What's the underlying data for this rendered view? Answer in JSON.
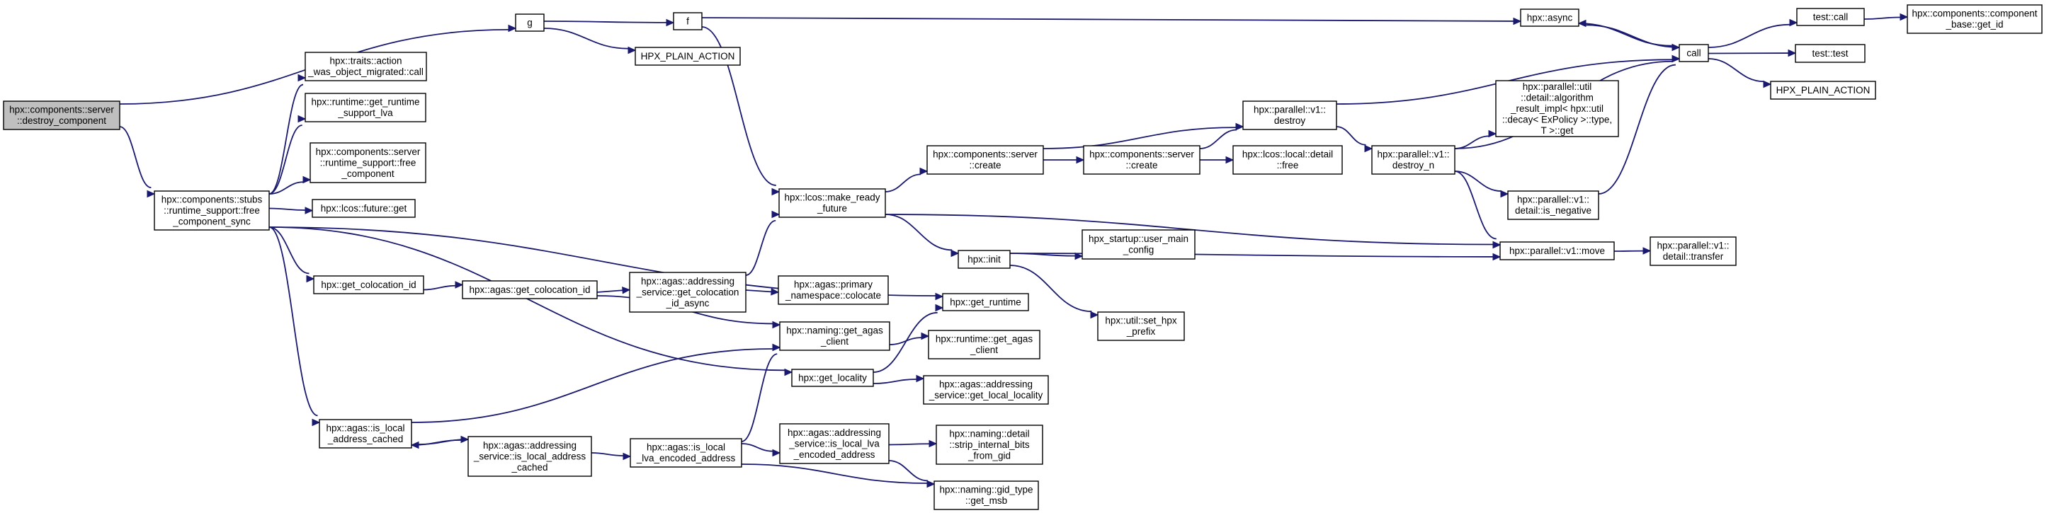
{
  "graph": {
    "title": "",
    "edge_color": "#191970",
    "root_fill": "#bfbfbf",
    "nodes": [
      {
        "id": "root",
        "lines": [
          "hpx::components::server",
          "::destroy_component"
        ],
        "root": true
      },
      {
        "id": "g",
        "lines": [
          "g"
        ]
      },
      {
        "id": "f",
        "lines": [
          "f"
        ]
      },
      {
        "id": "hpa1",
        "lines": [
          "HPX_PLAIN_ACTION"
        ]
      },
      {
        "id": "traits",
        "lines": [
          "hpx::traits::action",
          "_was_object_migrated::call"
        ]
      },
      {
        "id": "getlva",
        "lines": [
          "hpx::runtime::get_runtime",
          "_support_lva"
        ]
      },
      {
        "id": "srvfree",
        "lines": [
          "hpx::components::server",
          "::runtime_support::free",
          "_component"
        ]
      },
      {
        "id": "futget",
        "lines": [
          "hpx::lcos::future::get"
        ]
      },
      {
        "id": "stubs",
        "lines": [
          "hpx::components::stubs",
          "::runtime_support::free",
          "_component_sync"
        ]
      },
      {
        "id": "gcid",
        "lines": [
          "hpx::get_colocation_id"
        ]
      },
      {
        "id": "agcid",
        "lines": [
          "hpx::agas::get_colocation_id"
        ]
      },
      {
        "id": "asgca",
        "lines": [
          "hpx::agas::addressing",
          "_service::get_colocation",
          "_id_async"
        ]
      },
      {
        "id": "pnc",
        "lines": [
          "hpx::agas::primary",
          "_namespace::colocate"
        ]
      },
      {
        "id": "mkready",
        "lines": [
          "hpx::lcos::make_ready",
          "_future"
        ]
      },
      {
        "id": "ngac",
        "lines": [
          "hpx::naming::get_agas",
          "_client"
        ]
      },
      {
        "id": "getrt",
        "lines": [
          "hpx::get_runtime"
        ]
      },
      {
        "id": "rtgac",
        "lines": [
          "hpx::runtime::get_agas",
          "_client"
        ]
      },
      {
        "id": "getloc",
        "lines": [
          "hpx::get_locality"
        ]
      },
      {
        "id": "asgll",
        "lines": [
          "hpx::agas::addressing",
          "_service::get_local_locality"
        ]
      },
      {
        "id": "islac",
        "lines": [
          "hpx::agas::is_local",
          "_address_cached"
        ]
      },
      {
        "id": "asilac",
        "lines": [
          "hpx::agas::addressing",
          "_service::is_local_address",
          "_cached"
        ]
      },
      {
        "id": "islle",
        "lines": [
          "hpx::agas::is_local",
          "_lva_encoded_address"
        ]
      },
      {
        "id": "asille",
        "lines": [
          "hpx::agas::addressing",
          "_service::is_local_lva",
          "_encoded_address"
        ]
      },
      {
        "id": "strip",
        "lines": [
          "hpx::naming::detail",
          "::strip_internal_bits",
          "_from_gid"
        ]
      },
      {
        "id": "msb",
        "lines": [
          "hpx::naming::gid_type",
          "::get_msb"
        ]
      },
      {
        "id": "csc1",
        "lines": [
          "hpx::components::server",
          "::create"
        ]
      },
      {
        "id": "csc2",
        "lines": [
          "hpx::components::server",
          "::create"
        ]
      },
      {
        "id": "lfree",
        "lines": [
          "hpx::lcos::local::detail",
          "::free"
        ]
      },
      {
        "id": "pdestroy",
        "lines": [
          "hpx::parallel::v1::",
          "destroy"
        ]
      },
      {
        "id": "pdestroyn",
        "lines": [
          "hpx::parallel::v1::",
          "destroy_n"
        ]
      },
      {
        "id": "algres",
        "lines": [
          "hpx::parallel::util",
          "::detail::algorithm",
          "_result_impl< hpx::util",
          "::decay< ExPolicy >::type,",
          "T >::get"
        ]
      },
      {
        "id": "isneg",
        "lines": [
          "hpx::parallel::v1::",
          "detail::is_negative"
        ]
      },
      {
        "id": "init",
        "lines": [
          "hpx::init"
        ]
      },
      {
        "id": "umc",
        "lines": [
          "hpx_startup::user_main",
          "_config"
        ]
      },
      {
        "id": "sethpx",
        "lines": [
          "hpx::util::set_hpx",
          "_prefix"
        ]
      },
      {
        "id": "pmove",
        "lines": [
          "hpx::parallel::v1::move"
        ]
      },
      {
        "id": "ptransfer",
        "lines": [
          "hpx::parallel::v1::",
          "detail::transfer"
        ]
      },
      {
        "id": "async",
        "lines": [
          "hpx::async"
        ]
      },
      {
        "id": "call",
        "lines": [
          "call"
        ]
      },
      {
        "id": "tcall",
        "lines": [
          "test::call"
        ]
      },
      {
        "id": "ttest",
        "lines": [
          "test::test"
        ]
      },
      {
        "id": "hpa2",
        "lines": [
          "HPX_PLAIN_ACTION"
        ]
      },
      {
        "id": "cbgid",
        "lines": [
          "hpx::components::component",
          "_base::get_id"
        ]
      }
    ],
    "edges": [
      [
        "root",
        "g"
      ],
      [
        "root",
        "stubs"
      ],
      [
        "g",
        "f"
      ],
      [
        "g",
        "hpa1"
      ],
      [
        "f",
        "async"
      ],
      [
        "f",
        "mkready"
      ],
      [
        "stubs",
        "traits"
      ],
      [
        "stubs",
        "getlva"
      ],
      [
        "stubs",
        "srvfree"
      ],
      [
        "stubs",
        "futget"
      ],
      [
        "stubs",
        "gcid"
      ],
      [
        "stubs",
        "getrt"
      ],
      [
        "stubs",
        "getloc"
      ],
      [
        "stubs",
        "islac"
      ],
      [
        "gcid",
        "agcid"
      ],
      [
        "agcid",
        "asgca"
      ],
      [
        "agcid",
        "ngac"
      ],
      [
        "asgca",
        "pnc"
      ],
      [
        "asgca",
        "mkready"
      ],
      [
        "mkready",
        "csc1"
      ],
      [
        "mkready",
        "init"
      ],
      [
        "mkready",
        "pmove"
      ],
      [
        "csc1",
        "csc2"
      ],
      [
        "csc1",
        "pdestroy"
      ],
      [
        "csc2",
        "lfree"
      ],
      [
        "csc2",
        "pdestroy"
      ],
      [
        "pdestroy",
        "pdestroyn"
      ],
      [
        "pdestroy",
        "call"
      ],
      [
        "pdestroyn",
        "algres"
      ],
      [
        "pdestroyn",
        "isneg"
      ],
      [
        "pdestroyn",
        "pmove"
      ],
      [
        "pdestroyn",
        "call"
      ],
      [
        "isneg",
        "call"
      ],
      [
        "init",
        "umc"
      ],
      [
        "init",
        "sethpx"
      ],
      [
        "init",
        "pmove"
      ],
      [
        "pmove",
        "ptransfer"
      ],
      [
        "ngac",
        "rtgac"
      ],
      [
        "getloc",
        "asgll"
      ],
      [
        "getloc",
        "getrt"
      ],
      [
        "islac",
        "ngac"
      ],
      [
        "islac",
        "asilac"
      ],
      [
        "asilac",
        "islac"
      ],
      [
        "asilac",
        "islle"
      ],
      [
        "islle",
        "ngac"
      ],
      [
        "islle",
        "asille"
      ],
      [
        "islle",
        "msb"
      ],
      [
        "asille",
        "strip"
      ],
      [
        "asille",
        "msb"
      ],
      [
        "async",
        "call"
      ],
      [
        "call",
        "async"
      ],
      [
        "call",
        "tcall"
      ],
      [
        "call",
        "ttest"
      ],
      [
        "call",
        "hpa2"
      ],
      [
        "tcall",
        "cbgid"
      ]
    ]
  }
}
